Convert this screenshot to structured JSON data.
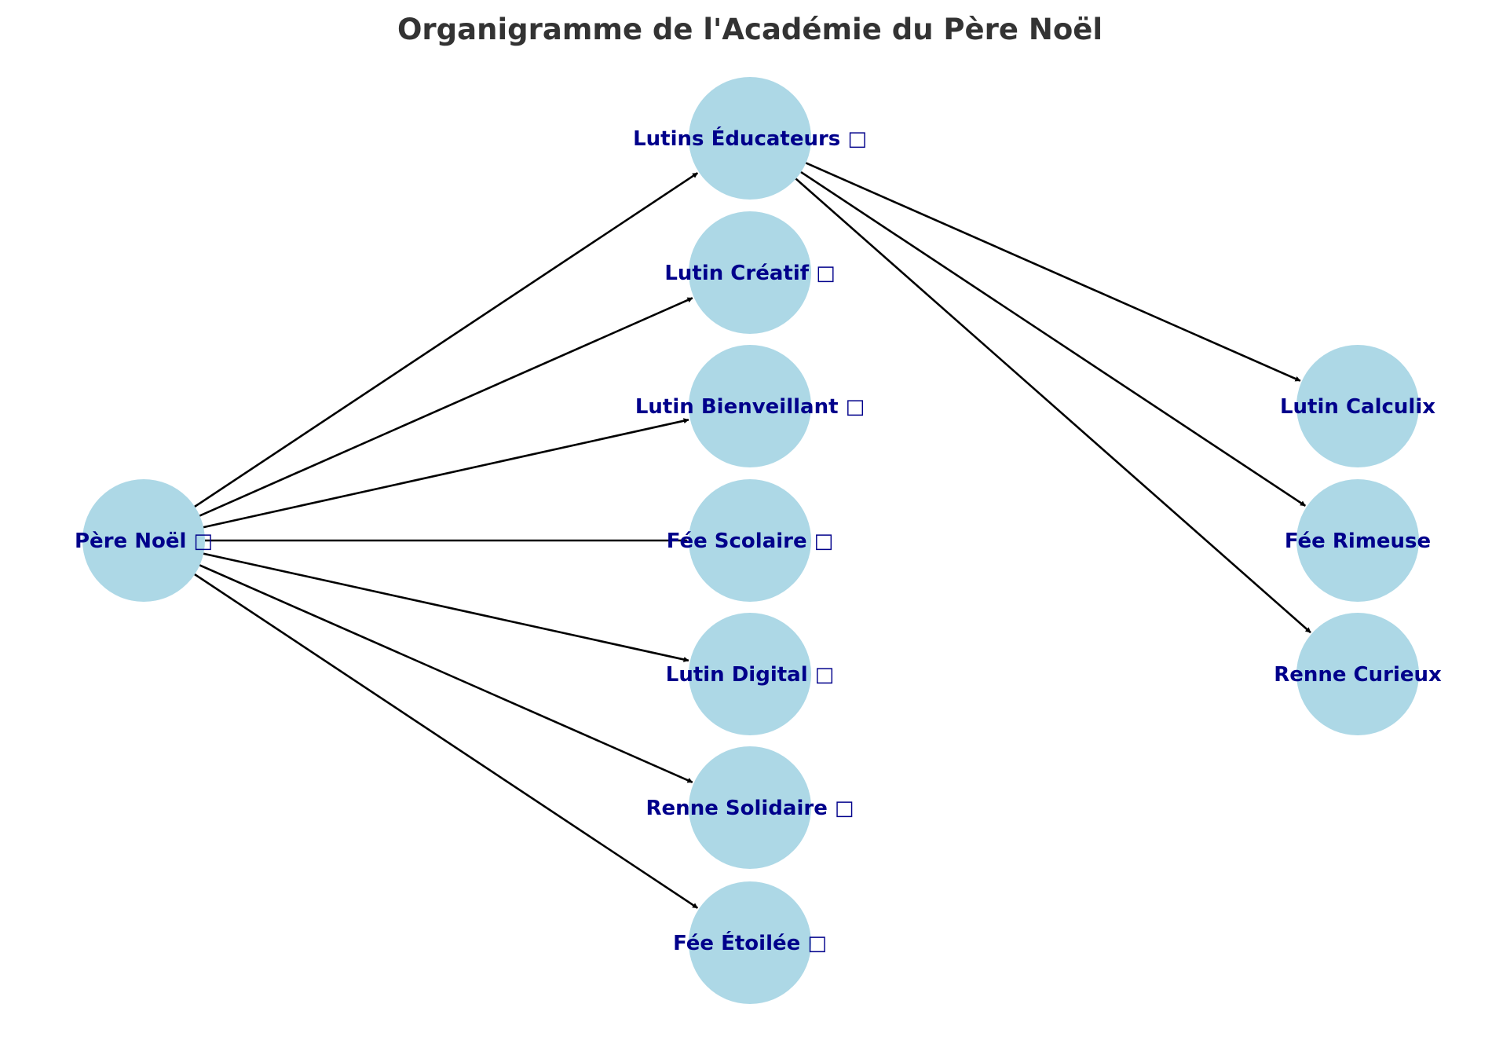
{
  "title": "Organigramme de l'Académie du Père Noël",
  "colors": {
    "node_fill": "#add8e6",
    "label_text": "#00008b",
    "edge": "#000000",
    "title_text": "#333333",
    "background": "#ffffff"
  },
  "nodes": [
    {
      "id": "pere-noel",
      "label": "Père Noël □"
    },
    {
      "id": "lutins-educateurs",
      "label": "Lutins Éducateurs □"
    },
    {
      "id": "lutin-creatif",
      "label": "Lutin Créatif □"
    },
    {
      "id": "lutin-bienveillant",
      "label": "Lutin Bienveillant □"
    },
    {
      "id": "fee-scolaire",
      "label": "Fée Scolaire □"
    },
    {
      "id": "lutin-digital",
      "label": "Lutin Digital □"
    },
    {
      "id": "renne-solidaire",
      "label": "Renne Solidaire □"
    },
    {
      "id": "fee-etoilee",
      "label": "Fée Étoilée □"
    },
    {
      "id": "lutin-calculix",
      "label": "Lutin Calculix"
    },
    {
      "id": "fee-rimeuse",
      "label": "Fée Rimeuse"
    },
    {
      "id": "renne-curieux",
      "label": "Renne Curieux"
    }
  ],
  "edges": [
    {
      "from": "pere-noel",
      "to": "lutins-educateurs"
    },
    {
      "from": "pere-noel",
      "to": "lutin-creatif"
    },
    {
      "from": "pere-noel",
      "to": "lutin-bienveillant"
    },
    {
      "from": "pere-noel",
      "to": "fee-scolaire"
    },
    {
      "from": "pere-noel",
      "to": "lutin-digital"
    },
    {
      "from": "pere-noel",
      "to": "renne-solidaire"
    },
    {
      "from": "pere-noel",
      "to": "fee-etoilee"
    },
    {
      "from": "lutins-educateurs",
      "to": "lutin-calculix"
    },
    {
      "from": "lutins-educateurs",
      "to": "fee-rimeuse"
    },
    {
      "from": "lutins-educateurs",
      "to": "renne-curieux"
    }
  ]
}
